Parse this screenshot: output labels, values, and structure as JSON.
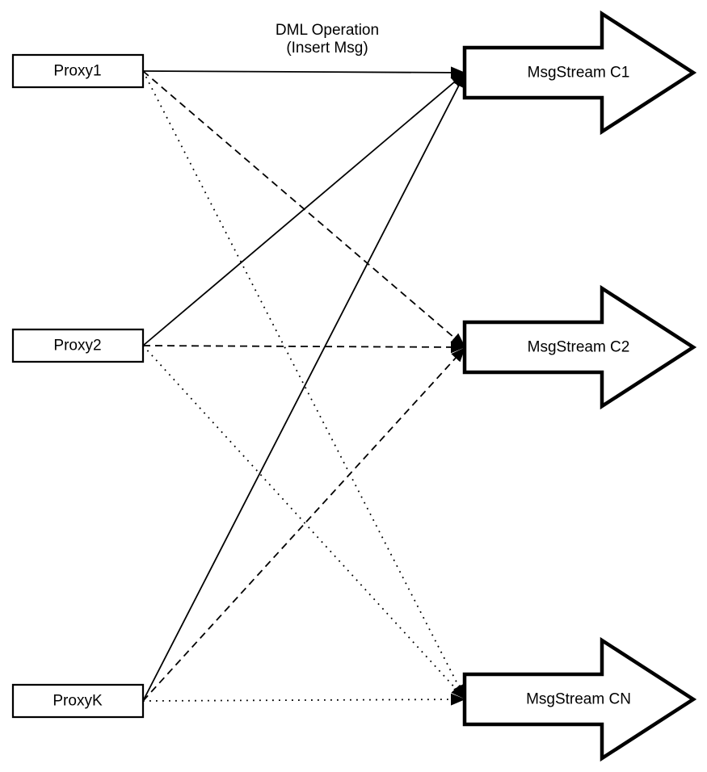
{
  "diagram": {
    "top_label": {
      "line1": "DML Operation",
      "line2": "(Insert Msg)"
    },
    "proxies": [
      {
        "id": "proxy1",
        "label": "Proxy1"
      },
      {
        "id": "proxy2",
        "label": "Proxy2"
      },
      {
        "id": "proxyk",
        "label": "ProxyK"
      }
    ],
    "streams": [
      {
        "id": "c1",
        "label": "MsgStream C1"
      },
      {
        "id": "c2",
        "label": "MsgStream C2"
      },
      {
        "id": "cn",
        "label": "MsgStream CN"
      }
    ],
    "connections": [
      {
        "from": "proxy1",
        "to": "c1",
        "style": "solid"
      },
      {
        "from": "proxy1",
        "to": "c2",
        "style": "dashed"
      },
      {
        "from": "proxy1",
        "to": "cn",
        "style": "dotted"
      },
      {
        "from": "proxy2",
        "to": "c1",
        "style": "solid"
      },
      {
        "from": "proxy2",
        "to": "c2",
        "style": "dashed"
      },
      {
        "from": "proxy2",
        "to": "cn",
        "style": "dotted"
      },
      {
        "from": "proxyk",
        "to": "c1",
        "style": "solid"
      },
      {
        "from": "proxyk",
        "to": "c2",
        "style": "dashed"
      },
      {
        "from": "proxyk",
        "to": "cn",
        "style": "dotted"
      }
    ],
    "colors": {
      "stroke": "#000000",
      "fill": "#ffffff"
    }
  }
}
